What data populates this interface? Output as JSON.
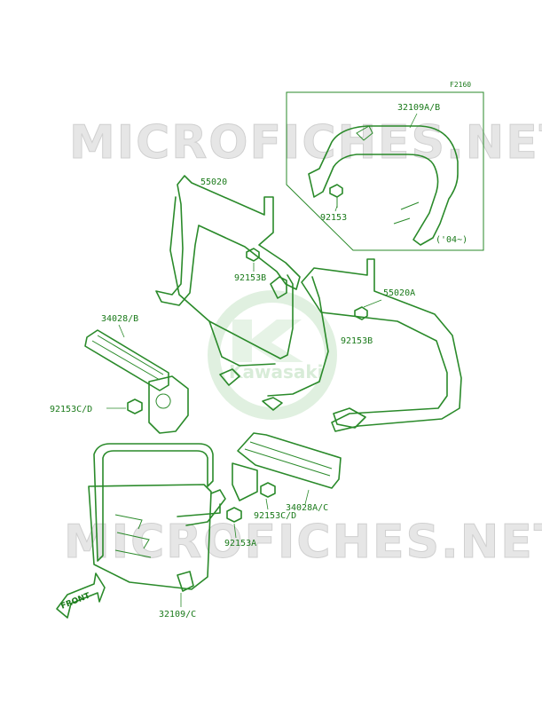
{
  "diagram_code": "F2160",
  "watermark_text": "MICROFICHES.NET",
  "logo_text": "Kawasaki",
  "front_arrow_label": "FRONT",
  "labels": {
    "p32109ab": "32109A/B",
    "p92153_inset": "92153",
    "year_note": "('04~)",
    "p55020": "55020",
    "p92153b_left": "92153B",
    "p34028b": "34028/B",
    "p92153cd_left": "92153C/D",
    "p55020a": "55020A",
    "p92153b_right": "92153B",
    "p92153cd_right": "92153C/D",
    "p34028ac": "34028A/C",
    "p92153a": "92153A",
    "p32109c": "32109/C"
  }
}
